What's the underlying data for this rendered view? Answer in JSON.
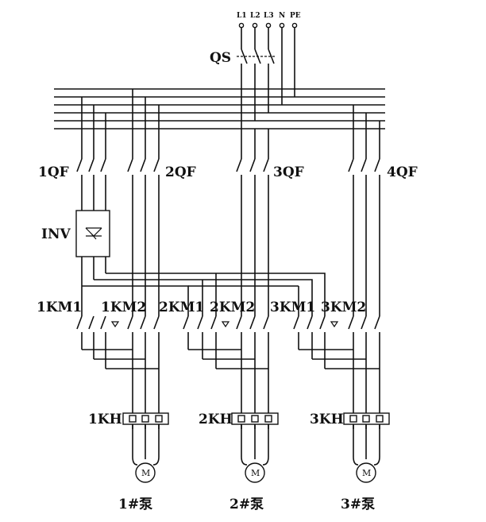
{
  "supply": {
    "terminals": [
      "L1",
      "L2",
      "L3",
      "N",
      "PE"
    ],
    "main_switch": "QS"
  },
  "breakers": {
    "b1": "1QF",
    "b2": "2QF",
    "b3": "3QF",
    "b4": "4QF"
  },
  "inverter": "INV",
  "contactors": {
    "k1a": "1KM1",
    "k1b": "1KM2",
    "k2a": "2KM1",
    "k2b": "2KM2",
    "k3a": "3KM1",
    "k3b": "3KM2"
  },
  "relays": {
    "r1": "1KH",
    "r2": "2KH",
    "r3": "3KH"
  },
  "motor_symbol": "M",
  "pumps": {
    "p1": "1#泵",
    "p2": "2#泵",
    "p3": "3#泵"
  }
}
